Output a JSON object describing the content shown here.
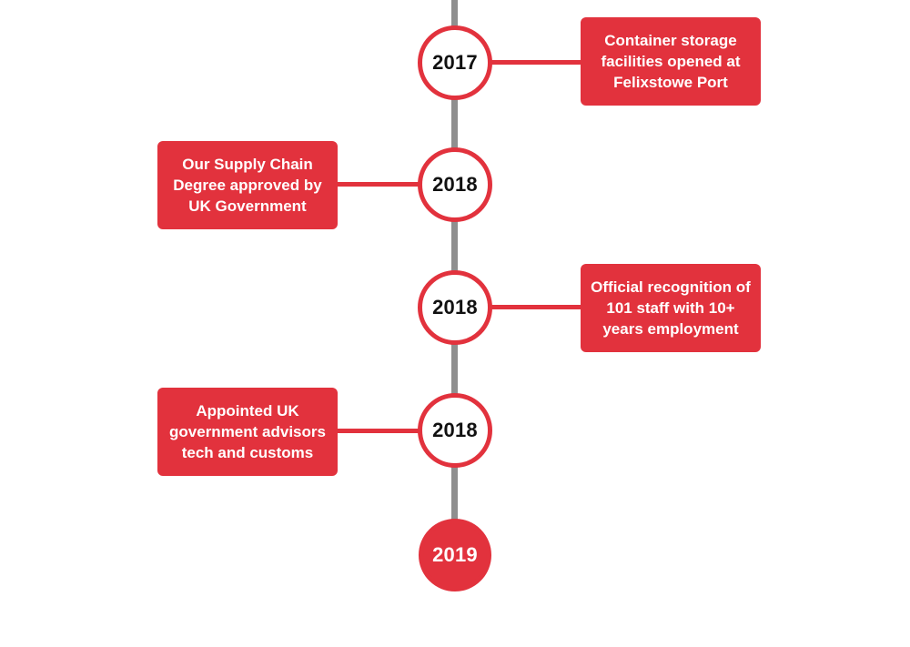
{
  "colors": {
    "accent": "#e2323d",
    "spine": "#8f8f8f",
    "year_text": "#111111",
    "background": "#ffffff"
  },
  "timeline": {
    "events": [
      {
        "year": "2017",
        "side": "right",
        "text": "Container storage facilities opened at Felixstowe Port"
      },
      {
        "year": "2018",
        "side": "left",
        "text": "Our Supply Chain Degree approved by UK Government"
      },
      {
        "year": "2018",
        "side": "right",
        "text": "Official recognition of 101 staff with 10+ years employment"
      },
      {
        "year": "2018",
        "side": "left",
        "text": "Appointed UK government advisors tech and customs"
      }
    ],
    "final": {
      "year": "2019"
    }
  }
}
